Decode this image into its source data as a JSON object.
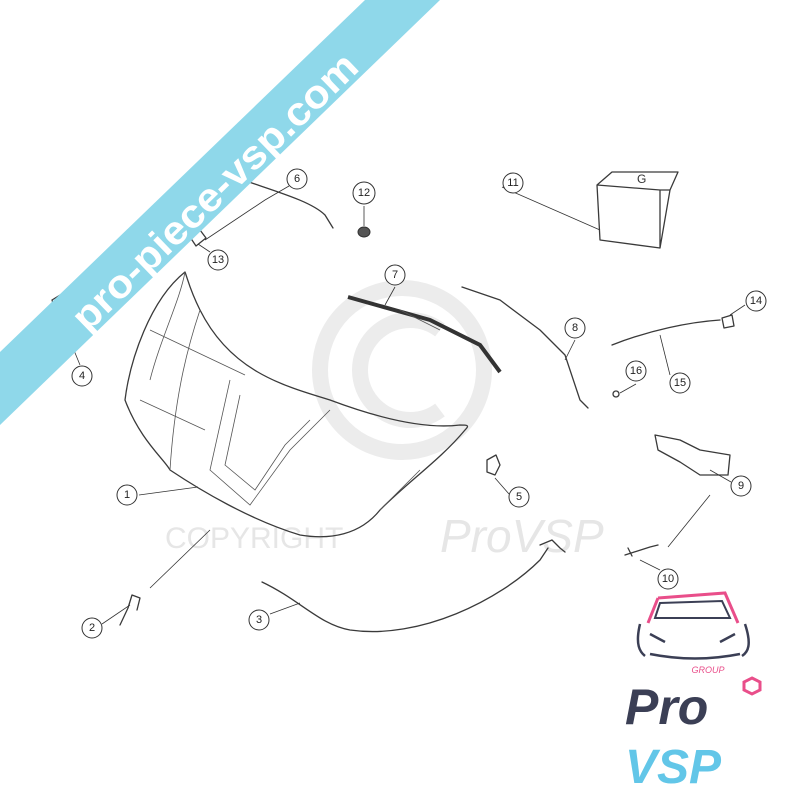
{
  "diagram": {
    "callouts": [
      {
        "label": "1",
        "highlight_color": "#d6336c"
      },
      {
        "label": "2"
      },
      {
        "label": "3"
      },
      {
        "label": "4"
      },
      {
        "label": "5"
      },
      {
        "label": "6"
      },
      {
        "label": "7"
      },
      {
        "label": "8"
      },
      {
        "label": "9"
      },
      {
        "label": "10"
      },
      {
        "label": "11"
      },
      {
        "label": "12"
      },
      {
        "label": "13"
      },
      {
        "label": "14"
      },
      {
        "label": "15"
      },
      {
        "label": "16"
      }
    ],
    "battery_marking": "G"
  },
  "watermark": {
    "symbol": "©",
    "text_prefix": "COPYRIGHT",
    "text_brand": "ProVSP"
  },
  "banner": {
    "text": "pro-piece-vsp.com",
    "color": "#8fd8ea"
  },
  "logo": {
    "group": "GROUP",
    "pro": "Pro",
    "vsp": "VSP",
    "dark_color": "#3b3f55",
    "light_color": "#62c6e8",
    "accent_color": "#e94e8a"
  }
}
